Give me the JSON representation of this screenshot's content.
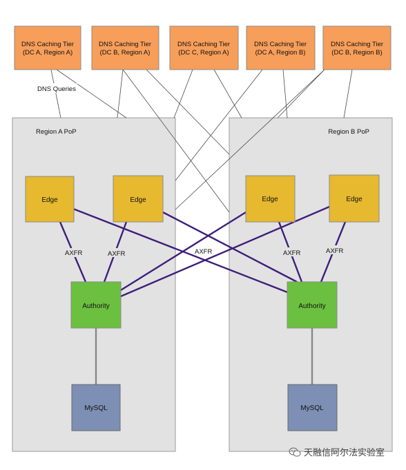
{
  "dns_tiers": [
    {
      "line1": "DNS Caching Tier",
      "line2": "(DC A, Region A)"
    },
    {
      "line1": "DNS Caching Tier",
      "line2": "(DC B, Region A)"
    },
    {
      "line1": "DNS Caching Tier",
      "line2": "(DC C, Region A)"
    },
    {
      "line1": "DNS Caching Tier",
      "line2": "(DC A, Region B)"
    },
    {
      "line1": "DNS Caching Tier",
      "line2": "(DC B, Region B)"
    }
  ],
  "labels": {
    "dns_queries": "DNS Queries",
    "axfr": "AXFR"
  },
  "regions": [
    {
      "title": "Region A PoP",
      "edge1": "Edge",
      "edge2": "Edge",
      "authority": "Authority",
      "mysql": "MySQL"
    },
    {
      "title": "Region B PoP",
      "edge1": "Edge",
      "edge2": "Edge",
      "authority": "Authority",
      "mysql": "MySQL"
    }
  ],
  "watermark": {
    "text": "天融信阿尔法实验室",
    "icon": "wechat-icon"
  },
  "colors": {
    "dns": "#f79e5a",
    "edge": "#e6b92f",
    "authority": "#6cc040",
    "mysql": "#7d8fb4",
    "axfr_line": "#3f1e7a",
    "region": "#e2e2e2"
  }
}
